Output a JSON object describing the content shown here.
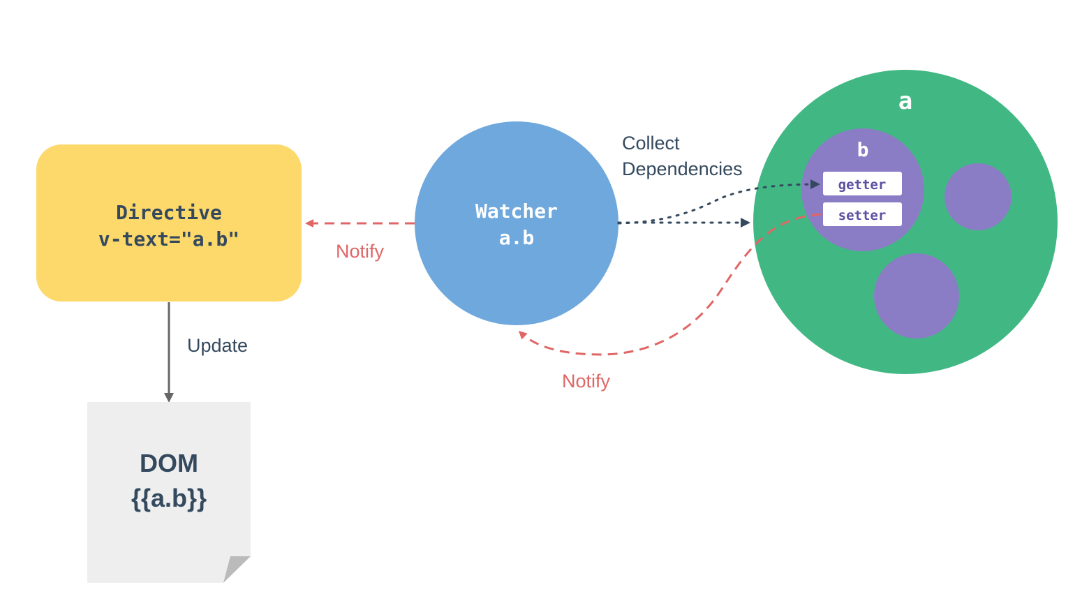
{
  "directive": {
    "title": "Directive",
    "expression": "v-text=\"a.b\""
  },
  "dom": {
    "title": "DOM",
    "binding": "{{a.b}}"
  },
  "watcher": {
    "title": "Watcher",
    "expression": "a.b"
  },
  "data_object": {
    "outer_label": "a",
    "inner_label": "b",
    "getter_label": "getter",
    "setter_label": "setter"
  },
  "edges": {
    "update_label": "Update",
    "notify_directive_label": "Notify",
    "notify_watcher_label": "Notify",
    "collect_line1": "Collect",
    "collect_line2": "Dependencies"
  },
  "colors": {
    "directive_fill": "#FDD86A",
    "watcher_fill": "#6FA8DC",
    "outer_circle_fill": "#41B883",
    "inner_circle_fill": "#8B7CC6",
    "dom_fill": "#EEEEEE",
    "notify_stroke": "#E06666",
    "collect_stroke": "#34495E",
    "text_dark": "#34495E"
  }
}
